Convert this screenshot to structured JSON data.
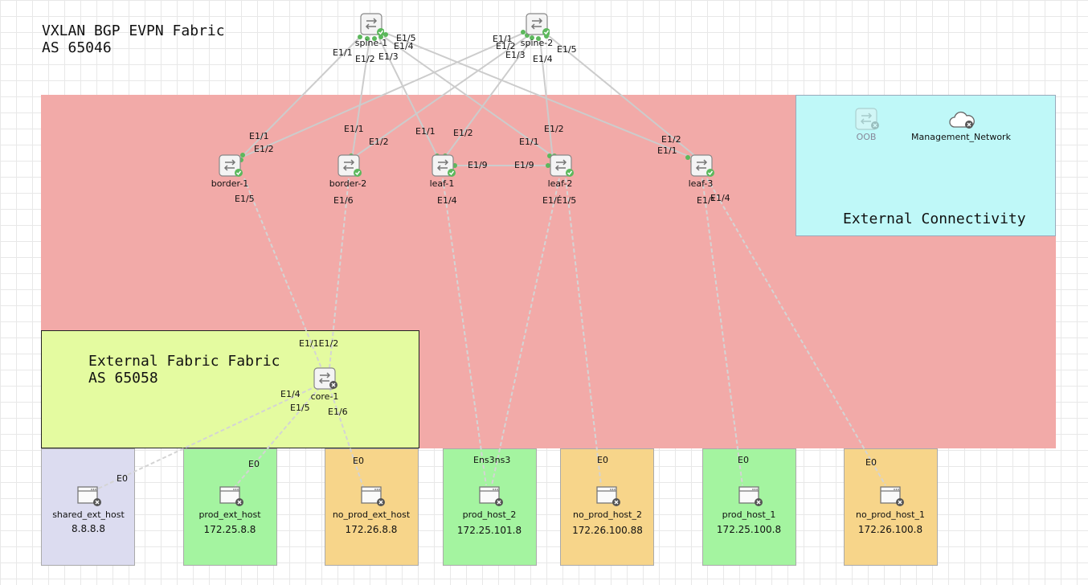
{
  "title": {
    "line1": "VXLAN BGP EVPN Fabric",
    "line2": "AS 65046"
  },
  "external_fabric": {
    "line1": "External Fabric Fabric",
    "line2": "AS 65058"
  },
  "external_connectivity": {
    "title": "External Connectivity"
  },
  "colors": {
    "fabric_region": "#f2aaa8",
    "external_fabric_region": "#e4fba0",
    "external_connectivity_region": "#bff8f8",
    "host_shared": "#dcdcf0",
    "host_prod": "#a4f4a0",
    "host_noprod": "#f7d58a",
    "status_ok": "#5cb85c",
    "status_down": "#555555"
  },
  "nodes": {
    "spine1": {
      "label": "spine-1",
      "status": "ok"
    },
    "spine2": {
      "label": "spine-2",
      "status": "ok"
    },
    "border1": {
      "label": "border-1",
      "status": "ok"
    },
    "border2": {
      "label": "border-2",
      "status": "ok"
    },
    "leaf1": {
      "label": "leaf-1",
      "status": "ok"
    },
    "leaf2": {
      "label": "leaf-2",
      "status": "ok"
    },
    "leaf3": {
      "label": "leaf-3",
      "status": "ok"
    },
    "core1": {
      "label": "core-1",
      "status": "down"
    },
    "oob": {
      "label": "OOB",
      "status": "down"
    },
    "mgmt": {
      "label": "Management_Network",
      "status": "down"
    }
  },
  "hosts": {
    "shared_ext_host": {
      "label": "shared_ext_host",
      "ip": "8.8.8.8"
    },
    "prod_ext_host": {
      "label": "prod_ext_host",
      "ip": "172.25.8.8"
    },
    "no_prod_ext_host": {
      "label": "no_prod_ext_host",
      "ip": "172.26.8.8"
    },
    "prod_host_2": {
      "label": "prod_host_2",
      "ip": "172.25.101.8"
    },
    "no_prod_host_2": {
      "label": "no_prod_host_2",
      "ip": "172.26.100.88"
    },
    "prod_host_1": {
      "label": "prod_host_1",
      "ip": "172.25.100.8"
    },
    "no_prod_host_1": {
      "label": "no_prod_host_1",
      "ip": "172.26.100.8"
    }
  },
  "ports": {
    "e11": "E1/1",
    "e12": "E1/2",
    "e13": "E1/3",
    "e14": "E1/4",
    "e15": "E1/5",
    "e16": "E1/6",
    "e19": "E1/9",
    "e0": "E0",
    "ens3_overlap": "Ens3ns3",
    "e14_overlap": "E1/É1/5",
    "e15_overlap": "E1/³",
    "e11_overlap": "E1/1E1/2"
  }
}
